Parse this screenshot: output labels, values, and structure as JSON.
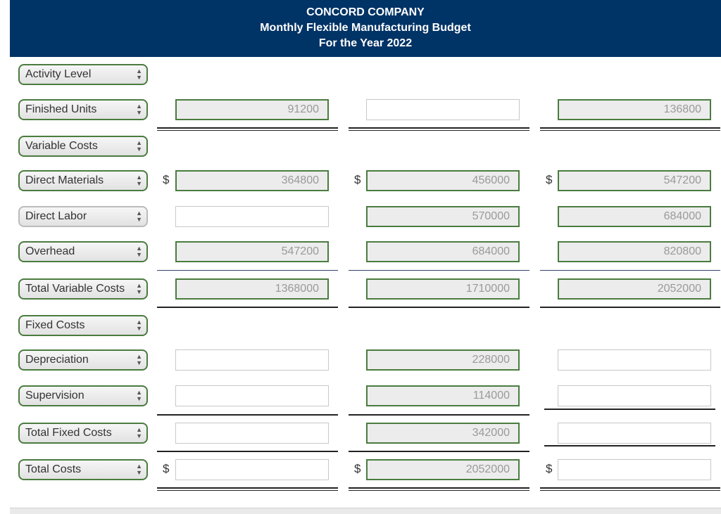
{
  "header": {
    "company": "CONCORD COMPANY",
    "title": "Monthly Flexible Manufacturing Budget",
    "period": "For the Year 2022"
  },
  "currency_symbol": "$",
  "rows": {
    "activity_level": {
      "label": "Activity Level"
    },
    "finished_units": {
      "label": "Finished Units",
      "c1": "91200",
      "c2": "",
      "c3": "136800"
    },
    "variable_costs": {
      "label": "Variable Costs"
    },
    "direct_materials": {
      "label": "Direct Materials",
      "c1": "364800",
      "c2": "456000",
      "c3": "547200"
    },
    "direct_labor": {
      "label": "Direct Labor",
      "c1": "",
      "c2": "570000",
      "c3": "684000"
    },
    "overhead": {
      "label": "Overhead",
      "c1": "547200",
      "c2": "684000",
      "c3": "820800"
    },
    "total_variable_costs": {
      "label": "Total Variable Costs",
      "c1": "1368000",
      "c2": "1710000",
      "c3": "2052000"
    },
    "fixed_costs": {
      "label": "Fixed Costs"
    },
    "depreciation": {
      "label": "Depreciation",
      "c1": "",
      "c2": "228000",
      "c3": ""
    },
    "supervision": {
      "label": "Supervision",
      "c1": "",
      "c2": "114000",
      "c3": ""
    },
    "total_fixed_costs": {
      "label": "Total Fixed Costs",
      "c1": "",
      "c2": "342000",
      "c3": ""
    },
    "total_costs": {
      "label": "Total Costs",
      "c1": "",
      "c2": "2052000",
      "c3": ""
    }
  }
}
